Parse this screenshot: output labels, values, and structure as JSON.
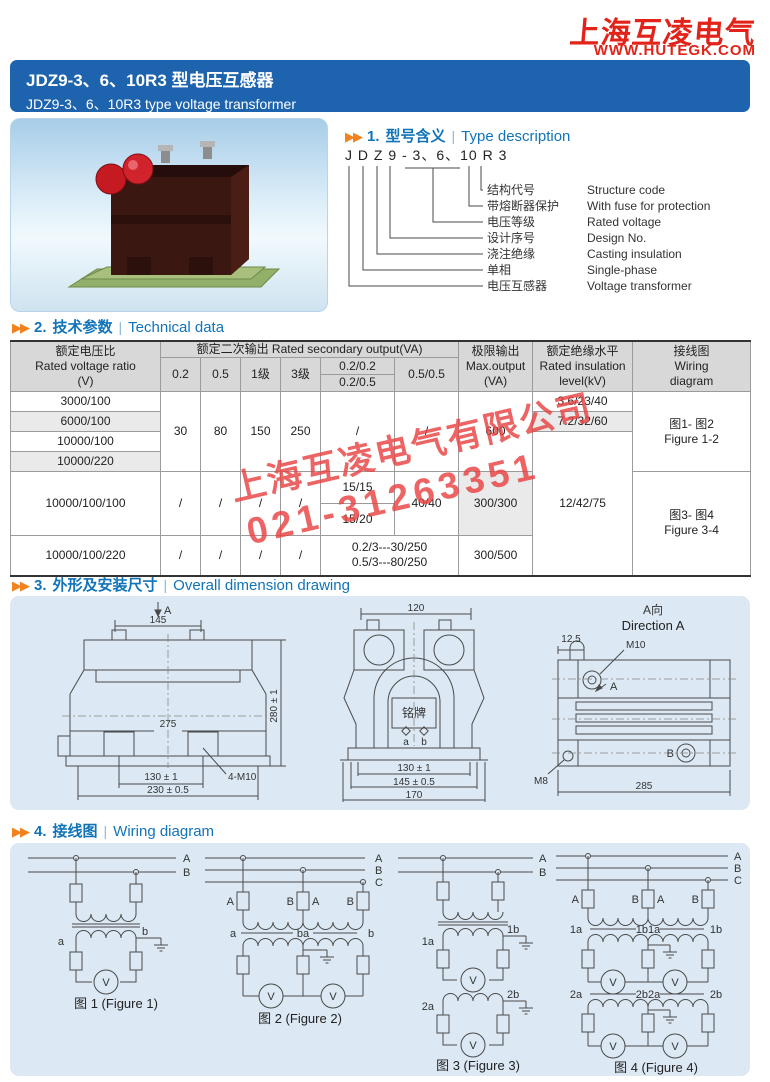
{
  "header": {
    "logo": "上海互凌电气",
    "website": "WWW.HUTEGK.COM"
  },
  "title": {
    "cn": "JDZ9-3、6、10R3 型电压互感器",
    "en": "JDZ9-3、6、10R3  type voltage transformer"
  },
  "sections": {
    "sep": "|",
    "arrows": "▶▶",
    "s1": {
      "num": "1.",
      "cn": "型号含义",
      "en": "Type description"
    },
    "s2": {
      "num": "2.",
      "cn": "技术参数",
      "en": "Technical data"
    },
    "s3": {
      "num": "3.",
      "cn": "外形及安装尺寸",
      "en": "Overall dimension drawing"
    },
    "s4": {
      "num": "4.",
      "cn": "接线图",
      "en": "Wiring diagram"
    }
  },
  "type_desc": {
    "model": "J D Z 9 - 3、6、10 R 3",
    "labels": [
      {
        "cn": "结构代号",
        "en": "Structure code"
      },
      {
        "cn": "带熔断器保护",
        "en": "With fuse for protection"
      },
      {
        "cn": "电压等级",
        "en": "Rated voltage"
      },
      {
        "cn": "设计序号",
        "en": "Design No."
      },
      {
        "cn": "浇注绝缘",
        "en": "Casting insulation"
      },
      {
        "cn": "单相",
        "en": "Single-phase"
      },
      {
        "cn": "电压互感器",
        "en": "Voltage transformer"
      }
    ]
  },
  "table": {
    "header": {
      "ratio_cn": "额定电压比",
      "ratio_en": "Rated voltage ratio",
      "ratio_unit": "(V)",
      "secondary": "额定二次输出 Rated secondary output(VA)",
      "c1": "0.2",
      "c2": "0.5",
      "c3": "1级",
      "c4": "3级",
      "split_top": "0.2/0.2",
      "split_bottom": "0.2/0.5",
      "c6": "0.5/0.5",
      "max_cn": "极限输出",
      "max_en": "Max.output",
      "max_unit": "(VA)",
      "ins_cn": "额定绝缘水平",
      "ins_en": "Rated insulation",
      "ins_unit": "level(kV)",
      "wir_cn": "接线图",
      "wir_en": "Wiring",
      "wir_en2": "diagram"
    },
    "ratios": [
      "3000/100",
      "6000/100",
      "10000/100",
      "10000/220",
      "10000/100/100",
      "10000/100/220"
    ],
    "slash": "/",
    "values": {
      "out02": "30",
      "out05": "80",
      "out1": "150",
      "out3": "250",
      "max600": "600",
      "ins1": "3.6/23/40",
      "ins2": "7.2/32/60",
      "ins3": "12/42/75",
      "fig12_cn": "图1- 图2",
      "fig12_en": "Figure 1-2",
      "fig34_cn": "图3- 图4",
      "fig34_en": "Figure 3-4",
      "t1515": "15/15",
      "t1520": "15/20",
      "t4040": "40/40",
      "max300": "300/300",
      "mix1": "0.2/3---30/250",
      "mix2": "0.5/3---80/250",
      "max305": "300/500"
    }
  },
  "drawings": {
    "front": {
      "view_arrow": "A",
      "d145": "145",
      "d275": "275",
      "d280": "280 ± 1",
      "d130": "130 ± 1",
      "m10": "4-M10",
      "d230": "230 ± 0.5"
    },
    "side": {
      "d120": "120",
      "nameplate": "铭牌",
      "ta": "a",
      "tb": "b",
      "d130": "130 ± 1",
      "d145": "145 ± 0.5",
      "d170": "170"
    },
    "dira": {
      "title_cn": "A向",
      "title_en": "Direction A",
      "d125": "12.5",
      "m10": "M10",
      "m8": "M8",
      "d285": "285",
      "la": "A",
      "lb": "B"
    }
  },
  "wiring": {
    "volt": "V",
    "busA": "A",
    "busB": "B",
    "busC": "C",
    "fuseA": "A",
    "fuseB": "B",
    "a": "a",
    "b": "b",
    "ba": "ba",
    "a1": "1a",
    "b1": "1b",
    "a2": "2a",
    "b2": "2b",
    "b1a1": "1b1a",
    "b2a2": "2b2a",
    "fig1_caption": "图 1 (Figure 1)",
    "fig2_caption": "图 2 (Figure 2)",
    "fig3_caption": "图 3 (Figure 3)",
    "fig4_caption": "图 4 (Figure 4)"
  },
  "watermark": {
    "line1": "上海互凌电气有限公司",
    "line2": "021-31263351"
  }
}
